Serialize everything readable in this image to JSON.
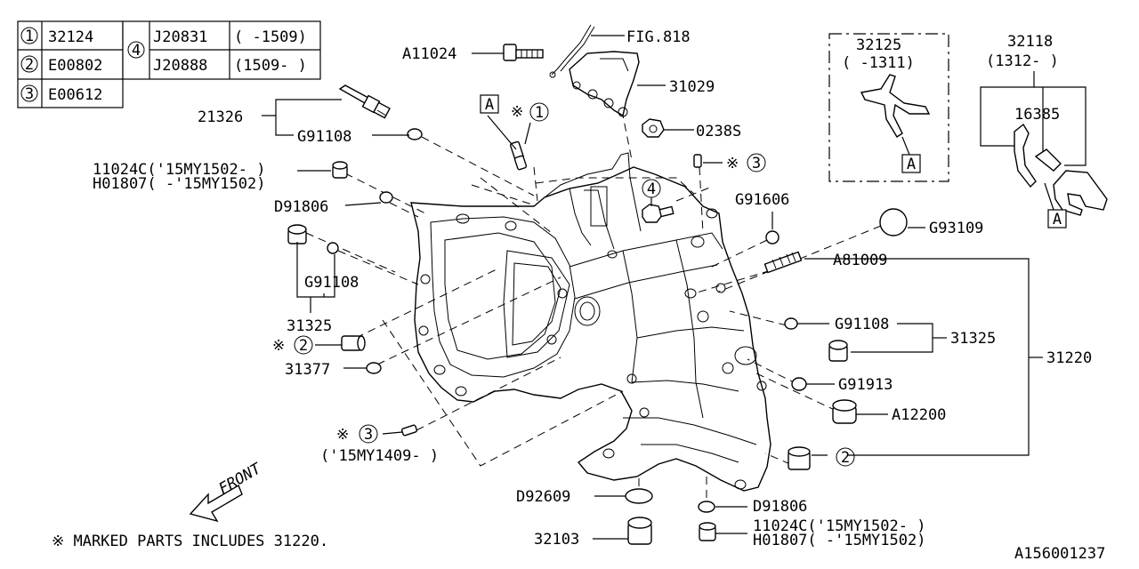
{
  "legend": {
    "rows": [
      {
        "num": "1",
        "part": "32124"
      },
      {
        "num": "2",
        "part": "E00802"
      },
      {
        "num": "3",
        "part": "E00612"
      }
    ],
    "group_num": "4",
    "group_rows": [
      {
        "part": "J20831",
        "range": "( -1509)"
      },
      {
        "part": "J20888",
        "range": "(1509- )"
      }
    ]
  },
  "callouts": {
    "a11024": "A11024",
    "fig818": "FIG.818",
    "p31029": "31029",
    "p0238s": "0238S",
    "p21326": "21326",
    "g91108_top": "G91108",
    "p11024c_top": "11024C('15MY1502- )",
    "h01807_top": "H01807( -'15MY1502)",
    "d91806_left": "D91806",
    "g91108_left": "G91108",
    "p31325_left": "31325",
    "p31377": "31377",
    "g91606": "G91606",
    "g93109": "G93109",
    "a81009": "A81009",
    "g91108_right": "G91108",
    "p31325_right": "31325",
    "p31220": "31220",
    "g91913": "G91913",
    "a12200": "A12200",
    "d92609": "D92609",
    "p32103": "32103",
    "d91806_bottom": "D91806",
    "p11024c_bottom": "11024C('15MY1502- )",
    "h01807_bottom": "H01807( -'15MY1502)",
    "my1409": "('15MY1409- )",
    "ref1": "1",
    "ref2a": "2",
    "ref2b": "2",
    "ref3a": "3",
    "ref3b": "3",
    "ref4": "4",
    "star": "※"
  },
  "inset_left": {
    "part": "32125",
    "range": "( -1311)",
    "marker": "A"
  },
  "inset_right": {
    "part": "32118",
    "range": "(1312- )",
    "sub_part": "16385",
    "marker": "A"
  },
  "marker_a": "A",
  "front_label": "FRONT",
  "footnote": "※ MARKED PARTS INCLUDES 31220.",
  "diagram_id": "A156001237"
}
